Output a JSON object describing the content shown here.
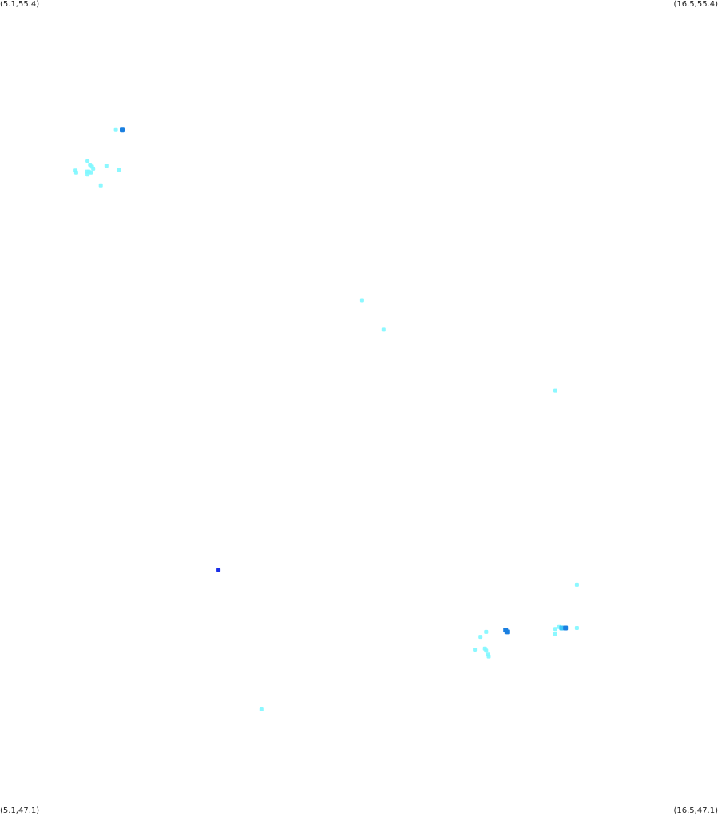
{
  "map": {
    "type": "heatmap",
    "corners": {
      "top_left": "(5.1,55.4)",
      "top_right": "(16.5,55.4)",
      "bottom_left": "(5.1,47.1)",
      "bottom_right": "(16.5,47.1)"
    },
    "bounds": {
      "lon_min": 5.1,
      "lon_max": 16.5,
      "lat_min": 47.1,
      "lat_max": 55.4
    },
    "intensity_colors": {
      "low": "#7ff7ff",
      "medium": "#3fc6f7",
      "high": "#1a7fe0",
      "max": "#1a2fe8"
    },
    "points": [
      {
        "lon": 6.94,
        "lat": 54.08,
        "level": "low"
      },
      {
        "lon": 7.04,
        "lat": 54.08,
        "level": "high"
      },
      {
        "lon": 6.49,
        "lat": 53.76,
        "level": "low"
      },
      {
        "lon": 6.53,
        "lat": 53.72,
        "level": "low"
      },
      {
        "lon": 6.56,
        "lat": 53.7,
        "level": "low"
      },
      {
        "lon": 6.58,
        "lat": 53.68,
        "level": "low"
      },
      {
        "lon": 6.54,
        "lat": 53.64,
        "level": "low"
      },
      {
        "lon": 6.3,
        "lat": 53.66,
        "level": "low"
      },
      {
        "lon": 6.31,
        "lat": 53.64,
        "level": "low"
      },
      {
        "lon": 6.48,
        "lat": 53.65,
        "level": "low"
      },
      {
        "lon": 6.49,
        "lat": 53.62,
        "level": "low"
      },
      {
        "lon": 6.51,
        "lat": 53.65,
        "level": "low"
      },
      {
        "lon": 6.79,
        "lat": 53.71,
        "level": "low"
      },
      {
        "lon": 6.99,
        "lat": 53.67,
        "level": "low"
      },
      {
        "lon": 6.7,
        "lat": 53.51,
        "level": "low"
      },
      {
        "lon": 10.85,
        "lat": 52.34,
        "level": "low"
      },
      {
        "lon": 11.19,
        "lat": 52.04,
        "level": "low"
      },
      {
        "lon": 13.92,
        "lat": 51.42,
        "level": "low"
      },
      {
        "lon": 8.57,
        "lat": 49.59,
        "level": "max"
      },
      {
        "lon": 14.26,
        "lat": 49.44,
        "level": "low"
      },
      {
        "lon": 13.13,
        "lat": 48.98,
        "level": "high"
      },
      {
        "lon": 13.15,
        "lat": 48.96,
        "level": "high"
      },
      {
        "lon": 12.82,
        "lat": 48.96,
        "level": "low"
      },
      {
        "lon": 12.73,
        "lat": 48.91,
        "level": "low"
      },
      {
        "lon": 12.64,
        "lat": 48.78,
        "level": "low"
      },
      {
        "lon": 12.8,
        "lat": 48.79,
        "level": "low"
      },
      {
        "lon": 12.82,
        "lat": 48.77,
        "level": "low"
      },
      {
        "lon": 12.85,
        "lat": 48.73,
        "level": "low"
      },
      {
        "lon": 12.86,
        "lat": 48.71,
        "level": "low"
      },
      {
        "lon": 13.92,
        "lat": 48.99,
        "level": "low"
      },
      {
        "lon": 13.98,
        "lat": 49.01,
        "level": "low"
      },
      {
        "lon": 14.02,
        "lat": 49.0,
        "level": "medium"
      },
      {
        "lon": 14.08,
        "lat": 49.0,
        "level": "high"
      },
      {
        "lon": 13.91,
        "lat": 48.94,
        "level": "low"
      },
      {
        "lon": 14.26,
        "lat": 49.0,
        "level": "low"
      },
      {
        "lon": 9.25,
        "lat": 48.17,
        "level": "low"
      }
    ]
  }
}
